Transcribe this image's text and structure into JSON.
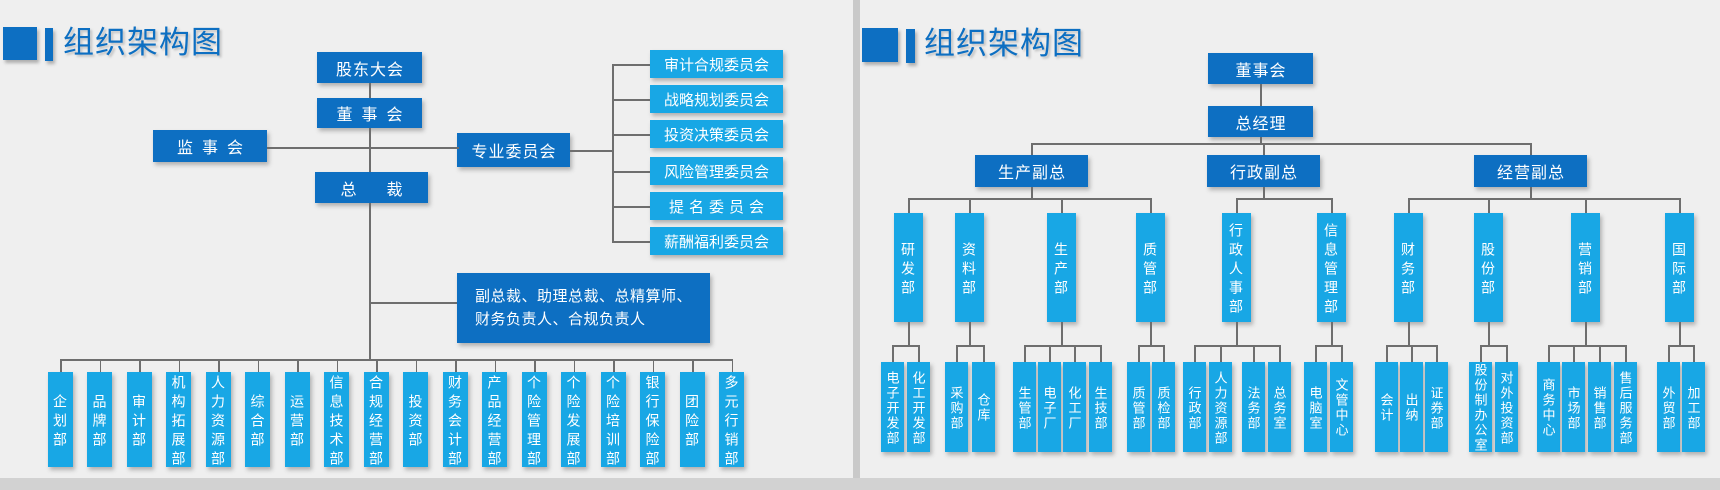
{
  "slides": [
    {
      "title": "组织架构图",
      "nodes": {
        "shareholders": "股东大会",
        "board": "董事会",
        "supervisory": "监事会",
        "committee_hub": "专业委员会",
        "president": "总裁"
      },
      "committees": [
        "审计合规委员会",
        "战略规划委员会",
        "投资决策委员会",
        "风险管理委员会",
        "提名委员会",
        "薪酬福利委员会"
      ],
      "executive_note": [
        "副总裁、助理总裁、总精算师、",
        "财务负责人、合规负责人"
      ],
      "departments": [
        "企划部",
        "品牌部",
        "审计部",
        "机构拓展部",
        "人力资源部",
        "综合部",
        "运营部",
        "信息技术部",
        "合规经营部",
        "投资部",
        "财务会计部",
        "产品经营部",
        "个险管理部",
        "个险发展部",
        "个险培训部",
        "银行保险部",
        "团险部",
        "多元行销部"
      ]
    },
    {
      "title": "组织架构图",
      "nodes": {
        "board": "董事会",
        "general_manager": "总经理"
      },
      "branches": [
        {
          "label": "生产副总",
          "departments": [
            {
              "label": "研发部",
              "children": [
                "电子开发部",
                "化工开发部"
              ]
            },
            {
              "label": "资料部",
              "children": [
                "采购部",
                "仓库"
              ]
            },
            {
              "label": "生产部",
              "children": [
                "生管部",
                "电子厂",
                "化工厂",
                "生技部"
              ]
            },
            {
              "label": "质管部",
              "children": [
                "质管部",
                "质检部"
              ]
            }
          ]
        },
        {
          "label": "行政副总",
          "departments": [
            {
              "label": "行政人事部",
              "children": [
                "行政部",
                "人力资源部",
                "法务部",
                "总务室"
              ]
            },
            {
              "label": "信息管理部",
              "children": [
                "电脑室",
                "文管中心"
              ]
            }
          ]
        },
        {
          "label": "经营副总",
          "departments": [
            {
              "label": "财务部",
              "children": [
                "会计",
                "出纳",
                "证券部"
              ]
            },
            {
              "label": "股份部",
              "children": [
                "股份制办公室",
                "对外投资部"
              ]
            },
            {
              "label": "营销部",
              "children": [
                "商务中心",
                "市场部",
                "销售部",
                "售后服务部"
              ]
            },
            {
              "label": "国际部",
              "children": [
                "外贸部",
                "加工部"
              ]
            }
          ]
        }
      ]
    }
  ],
  "colors": {
    "primary_blue": "#0d6fc2",
    "accent_cyan": "#18a7e5",
    "connector_gray": "#6e6e6e",
    "background": "#efefef",
    "divider_gray": "#c9c9c9",
    "footer_bar_gray": "#d2d2d2"
  }
}
